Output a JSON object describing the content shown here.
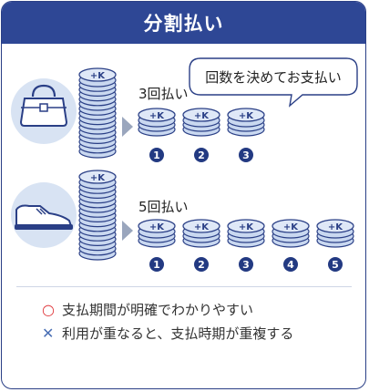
{
  "header": {
    "title": "分割払い"
  },
  "speech_bubble": {
    "text": "回数を決めてお支払い"
  },
  "plan_three": {
    "label": "3回払い",
    "coin_symbol": "+K",
    "installments": [
      "1",
      "2",
      "3"
    ]
  },
  "plan_five": {
    "label": "5回払い",
    "coin_symbol": "+K",
    "installments": [
      "1",
      "2",
      "3",
      "4",
      "5"
    ]
  },
  "legend": {
    "pro": {
      "mark": "○",
      "text": "支払期間が明確でわかりやすい"
    },
    "con": {
      "mark": "✕",
      "text": "利用が重なると、支払時期が重複する"
    }
  },
  "colors": {
    "header_bg": "#2e4795",
    "coin_fill": "#c9d8f0",
    "coin_stroke": "#2a3f86",
    "badge": "#233a82",
    "icon_circle": "#d8e3f3"
  }
}
